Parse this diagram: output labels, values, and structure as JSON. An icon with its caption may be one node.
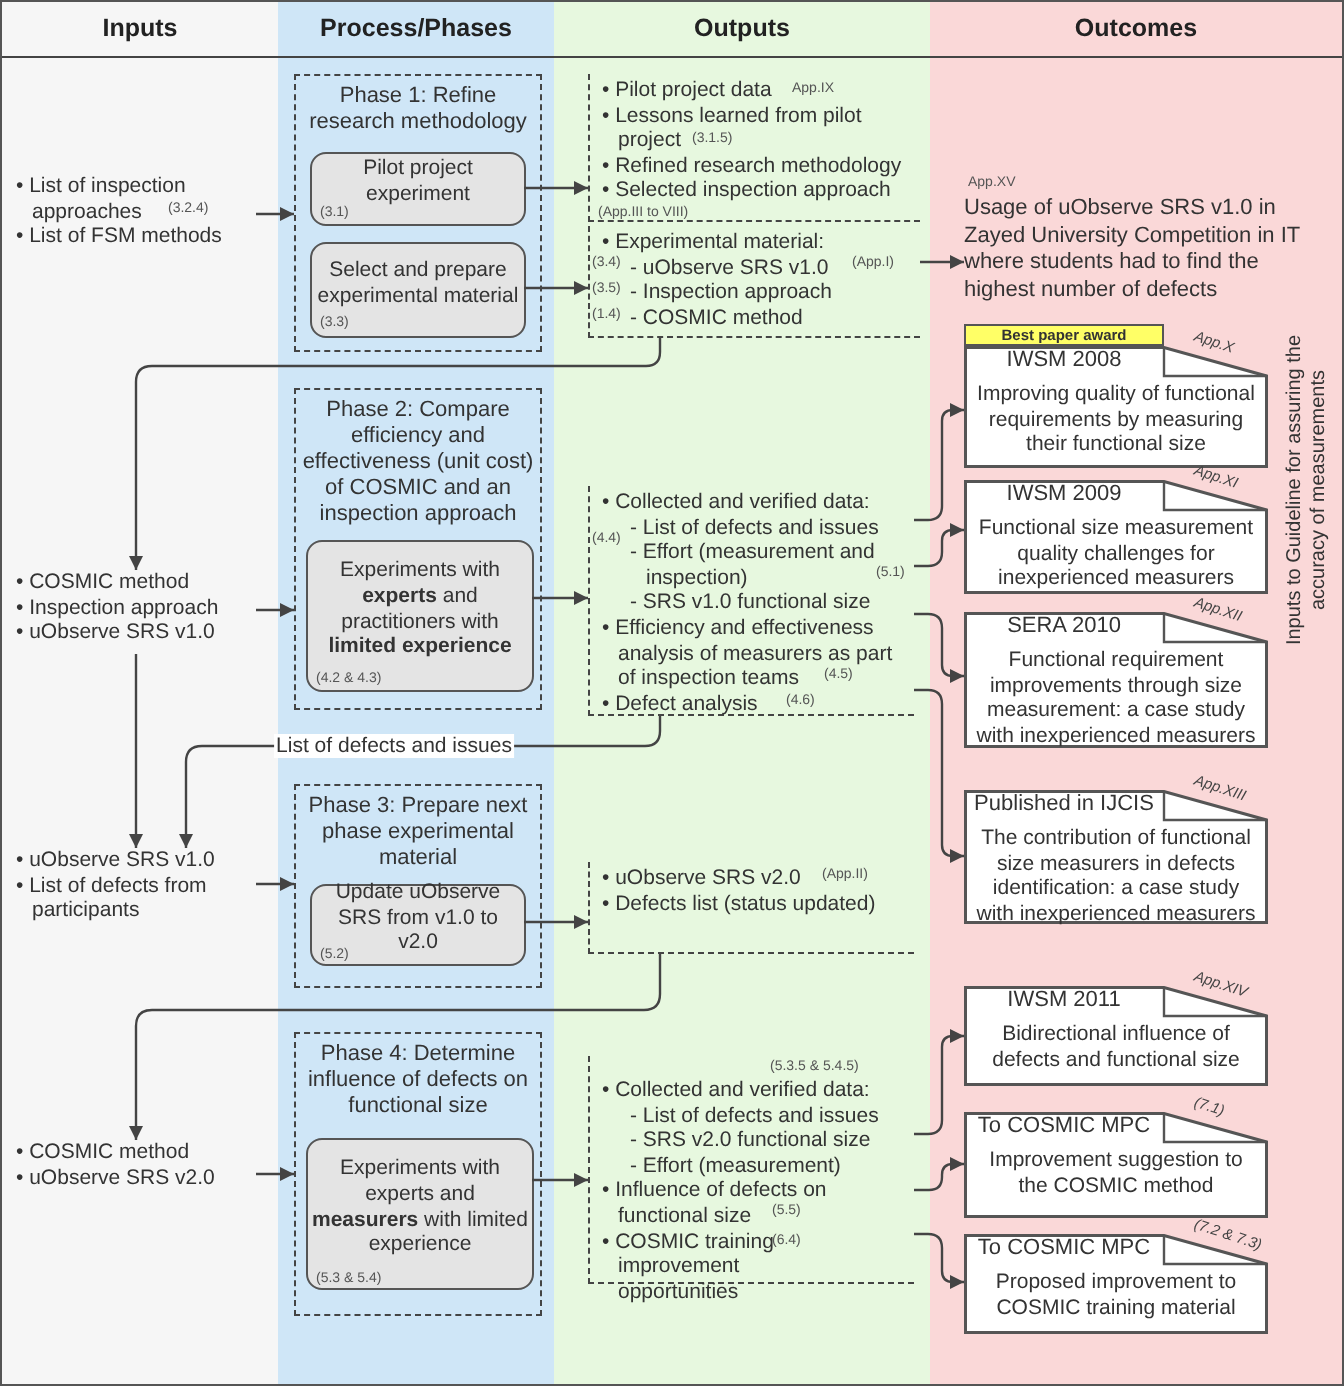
{
  "diagram": {
    "nodes": [
      {
        "text": [
          "Inputs"
        ]
      },
      {
        "text": [
          "Process/Phases"
        ]
      },
      {
        "text": [
          "Outputs"
        ]
      },
      {
        "text": [
          "Outcomes"
        ]
      },
      {
        "text": [
          "• List of inspection approaches",
          "(3.2.4)",
          "• List of FSM methods"
        ],
        "in": 0
      },
      {
        "text": [
          "• COSMIC method",
          "• Inspection approach",
          "• uObserve SRS v1.0"
        ],
        "in": 0
      },
      {
        "text": [
          "• uObserve SRS v1.0",
          "• List of defects from participants"
        ],
        "in": 0
      },
      {
        "text": [
          "• COSMIC method",
          "• uObserve SRS v2.0"
        ],
        "in": 0
      },
      {
        "text": [
          "Phase 1: Refine research methodology"
        ],
        "in": 1
      },
      {
        "text": [
          "Pilot project experiment",
          "(3.1)"
        ],
        "in": 8
      },
      {
        "text": [
          "Select and prepare experimental material",
          "(3.3)"
        ],
        "in": 8
      },
      {
        "text": [
          "Phase 2: Compare efficiency and effectiveness (unit cost) of COSMIC and an inspection approach"
        ],
        "in": 1
      },
      {
        "text": [
          "Experiments with **experts** and practitioners with **limited experience**",
          "(4.2 & 4.3)"
        ],
        "in": 11
      },
      {
        "text": [
          "Phase 3: Prepare next phase experimental material"
        ],
        "in": 1
      },
      {
        "text": [
          "Update uObserve SRS from v1.0 to v2.0",
          "(5.2)"
        ],
        "in": 13
      },
      {
        "text": [
          "Phase 4: Determine influence of defects on functional size"
        ],
        "in": 1
      },
      {
        "text": [
          "Experiments with experts and **measurers** with limited experience",
          "(5.3 & 5.4)"
        ],
        "in": 15
      },
      {
        "text": [
          "• Pilot project data",
          "App.IX",
          "• Lessons learned from pilot project",
          "(3.1.5)",
          "• Refined research methodology",
          "• Selected inspection approach",
          "(App.III to VIII)"
        ],
        "in": 2
      },
      {
        "text": [
          "• Experimental material:",
          "(3.4)",
          "- uObserve SRS v1.0",
          "(App.I)",
          "(3.5)",
          "- Inspection approach",
          "(1.4)",
          "- COSMIC method"
        ],
        "in": 2
      },
      {
        "text": [
          "• Collected and verified data:",
          "(4.4)",
          "- List of defects and issues",
          "- Effort (measurement and inspection)",
          "(5.1)",
          "- SRS v1.0 functional size",
          "• Efficiency and effectiveness analysis of measurers as part of inspection teams",
          "(4.5)",
          "• Defect analysis",
          "(4.6)"
        ],
        "in": 2
      },
      {
        "text": [
          "• uObserve SRS v2.0",
          "(App.II)",
          "• Defects list (status updated)"
        ],
        "in": 2
      },
      {
        "text": [
          "(5.3.5 & 5.4.5)",
          "• Collected and verified data:",
          "- List of defects and issues",
          "- SRS v2.0 functional size",
          "- Effort (measurement)",
          "• Influence of defects on functional size",
          "(5.5)",
          "• COSMIC training improvement opportunities",
          "(6.4)"
        ],
        "in": 2
      },
      {
        "text": [
          "App.XV",
          "Usage of uObserve SRS v1.0 in Zayed University Competition in IT where students had to find the highest number of defects"
        ],
        "in": 3
      },
      {
        "text": [
          "Best paper award"
        ],
        "in": 3
      },
      {
        "text": [
          "IWSM 2008",
          "Improving quality of functional requirements by measuring their functional size"
        ],
        "beside": [
          "App.X"
        ],
        "in": 3
      },
      {
        "text": [
          "IWSM 2009",
          "Functional size measurement quality challenges for inexperienced measurers"
        ],
        "beside": [
          "App.XI"
        ],
        "in": 3
      },
      {
        "text": [
          "SERA 2010",
          "Functional requirement improvements through size measurement: a case study with inexperienced measurers"
        ],
        "beside": [
          "App.XII"
        ],
        "in": 3
      },
      {
        "text": [
          "Published in IJCIS",
          "The contribution of functional size measurers in defects identification: a case study with inexperienced measurers"
        ],
        "beside": [
          "App.XIII"
        ],
        "in": 3
      },
      {
        "text": [
          "IWSM 2011",
          "Bidirectional influence of defects and functional size"
        ],
        "beside": [
          "App.XIV"
        ],
        "in": 3
      },
      {
        "text": [
          "To COSMIC MPC",
          "Improvement suggestion to the COSMIC method"
        ],
        "beside": [
          "(7.1)"
        ],
        "in": 3
      },
      {
        "text": [
          "To COSMIC MPC",
          "Proposed improvement to COSMIC training material"
        ],
        "beside": [
          "(7.2 & 7.3)"
        ],
        "in": 3
      }
    ],
    "edges": [
      {
        "from": 4,
        "to": 8,
        "arrow": "to"
      },
      {
        "from": 9,
        "to": 17,
        "arrow": "to"
      },
      {
        "from": 10,
        "to": 18,
        "arrow": "to"
      },
      {
        "from": 18,
        "to": 5,
        "arrow": "to"
      },
      {
        "from": 5,
        "to": 11,
        "arrow": "to"
      },
      {
        "from": 12,
        "to": 19,
        "arrow": "to"
      },
      {
        "from": 5,
        "to": 6,
        "arrow": "to"
      },
      {
        "from": 19,
        "to": 6,
        "arrow": "to",
        "label": "List of defects and issues"
      },
      {
        "from": 6,
        "to": 13,
        "arrow": "to"
      },
      {
        "from": 14,
        "to": 20,
        "arrow": "to"
      },
      {
        "from": 20,
        "to": 7,
        "arrow": "to"
      },
      {
        "from": 7,
        "to": 15,
        "arrow": "to"
      },
      {
        "from": 16,
        "to": 21,
        "arrow": "to"
      },
      {
        "from": 18,
        "to": 22,
        "arrow": "to"
      },
      {
        "from": 19,
        "to": 24,
        "arrow": "to"
      },
      {
        "from": 19,
        "to": 25,
        "arrow": "to"
      },
      {
        "from": 19,
        "to": 26,
        "arrow": "to"
      },
      {
        "from": 19,
        "to": 27,
        "arrow": "to"
      },
      {
        "from": 21,
        "to": 28,
        "arrow": "to"
      },
      {
        "from": 21,
        "to": 29,
        "arrow": "to"
      },
      {
        "from": 21,
        "to": 30,
        "arrow": "to"
      }
    ],
    "labels": [
      "Inputs to Guideline for assuring the accuracy of measurements"
    ]
  }
}
